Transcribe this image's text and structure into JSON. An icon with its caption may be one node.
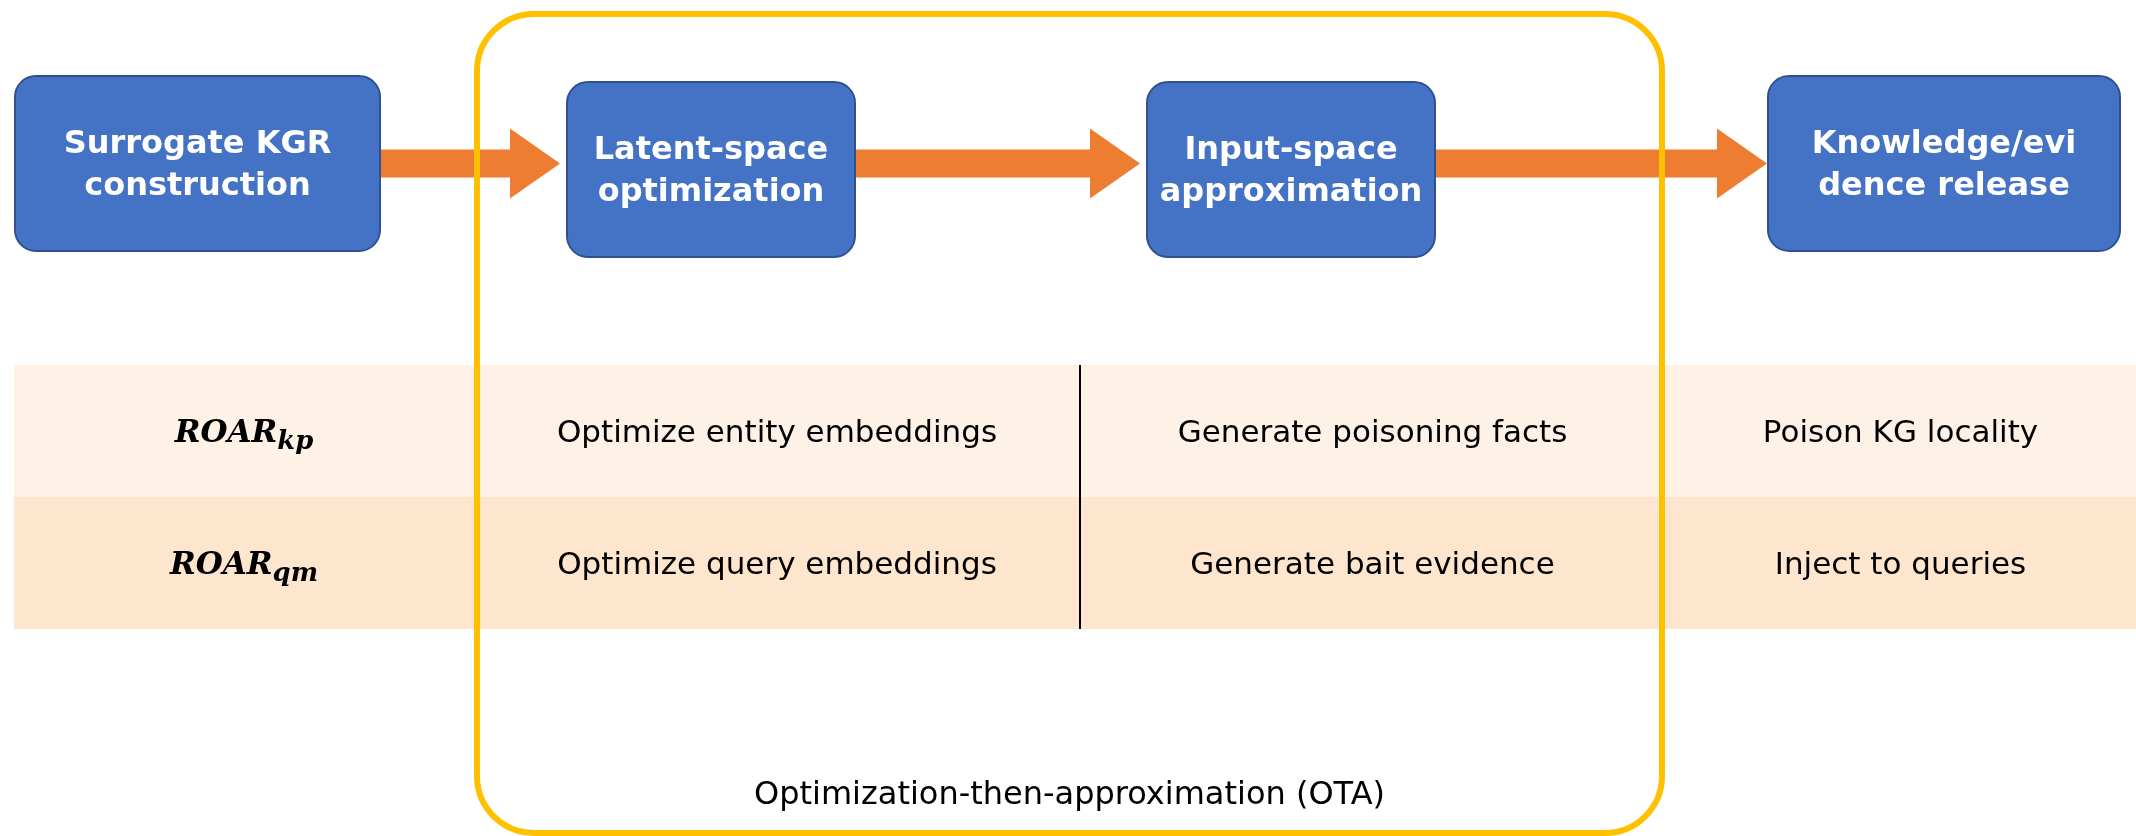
{
  "diagram": {
    "nodes": [
      {
        "text": [
          "Surrogate KGR construction"
        ]
      },
      {
        "text": [
          "Optimization-then-approximation (OTA)"
        ]
      },
      {
        "text": [
          "Latent-space optimization"
        ],
        "in": 1
      },
      {
        "text": [
          "Input-space approximation"
        ],
        "in": 1
      },
      {
        "text": [
          "Knowledge/evi dence release"
        ]
      }
    ],
    "edges": [
      {
        "from": 0,
        "to": 2,
        "arrow": "to"
      },
      {
        "from": 2,
        "to": 3,
        "arrow": "to"
      },
      {
        "from": 3,
        "to": 4,
        "arrow": "to"
      }
    ],
    "labels": [
      "ROAR$_{kp}$",
      "Optimize entity embeddings",
      "Generate poisoning facts",
      "Poison KG locality",
      "ROAR$_{qm}$",
      "Optimize query embeddings",
      "Generate bait evidence",
      "Inject to queries"
    ]
  }
}
